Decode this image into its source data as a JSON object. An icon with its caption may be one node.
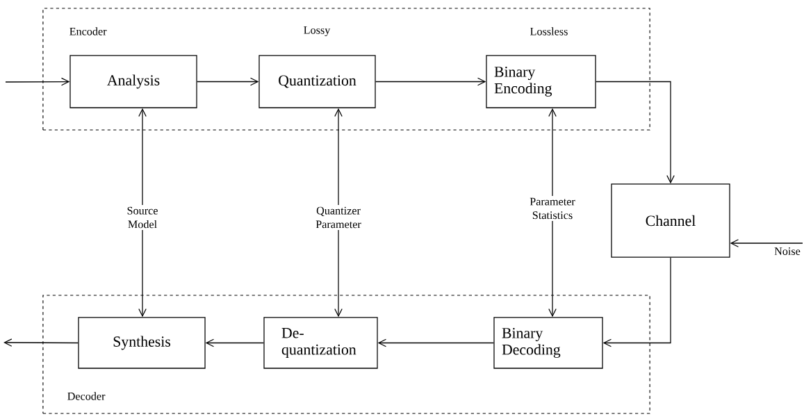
{
  "diagram": {
    "nodes": [
      {
        "text": [
          "Encoder"
        ]
      },
      {
        "text": [
          "Analysis"
        ],
        "in": 0
      },
      {
        "text": [
          "Quantization"
        ],
        "in": 0,
        "beside": [
          "Lossy"
        ]
      },
      {
        "text": [
          "Binary Encoding"
        ],
        "in": 0,
        "beside": [
          "Lossless"
        ]
      },
      {
        "text": [
          "Channel"
        ]
      },
      {
        "text": [
          "Decoder"
        ]
      },
      {
        "text": [
          "Synthesis"
        ],
        "in": 5
      },
      {
        "text": [
          "De-quantization"
        ],
        "in": 5
      },
      {
        "text": [
          "Binary Decoding"
        ],
        "in": 5
      }
    ],
    "edges": [
      {
        "from": null,
        "to": 1,
        "arrow": "to"
      },
      {
        "from": 1,
        "to": 2,
        "arrow": "to"
      },
      {
        "from": 2,
        "to": 3,
        "arrow": "to"
      },
      {
        "from": 3,
        "to": 4,
        "arrow": "to"
      },
      {
        "from": null,
        "to": 4,
        "arrow": "to",
        "label": "Noise"
      },
      {
        "from": 4,
        "to": 8,
        "arrow": "to"
      },
      {
        "from": 8,
        "to": 7,
        "arrow": "to"
      },
      {
        "from": 7,
        "to": 6,
        "arrow": "to"
      },
      {
        "from": 6,
        "to": null,
        "arrow": "to"
      },
      {
        "from": 1,
        "to": 6,
        "arrow": "both",
        "label": "Source Model"
      },
      {
        "from": 2,
        "to": 7,
        "arrow": "both",
        "label": "Quantizer Parameter"
      },
      {
        "from": 3,
        "to": 8,
        "arrow": "both",
        "label": "Parameter Statistics"
      }
    ]
  }
}
